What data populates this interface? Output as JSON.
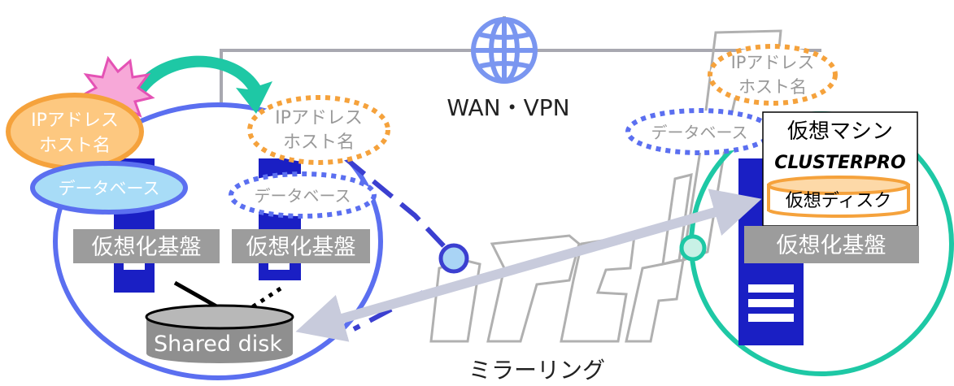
{
  "network": {
    "label": "WAN・VPN"
  },
  "primary": {
    "ip_label": "IPアドレス",
    "host_label": "ホスト名",
    "db_label": "データベース",
    "platform_a": "仮想化基盤",
    "platform_b": "仮想化基盤",
    "standby_ip_label": "IPアドレス",
    "standby_host_label": "ホスト名",
    "standby_db_label": "データベース",
    "shared_disk": "Shared disk"
  },
  "remote": {
    "ip_label": "IPアドレス",
    "host_label": "ホスト名",
    "db_label": "データベース",
    "vm_label": "仮想マシン",
    "product_logo": "CLUSTERPRO",
    "virtual_disk": "仮想ディスク",
    "platform": "仮想化基盤"
  },
  "mirror": {
    "label": "ミラーリング"
  },
  "colors": {
    "primary_blue": "#5b6ff0",
    "navy": "#1a1fc4",
    "teal": "#1ec8a5",
    "orange": "#f5a23c",
    "gray_line": "#a8a8b0",
    "platform_gray": "#9c9c9c"
  }
}
